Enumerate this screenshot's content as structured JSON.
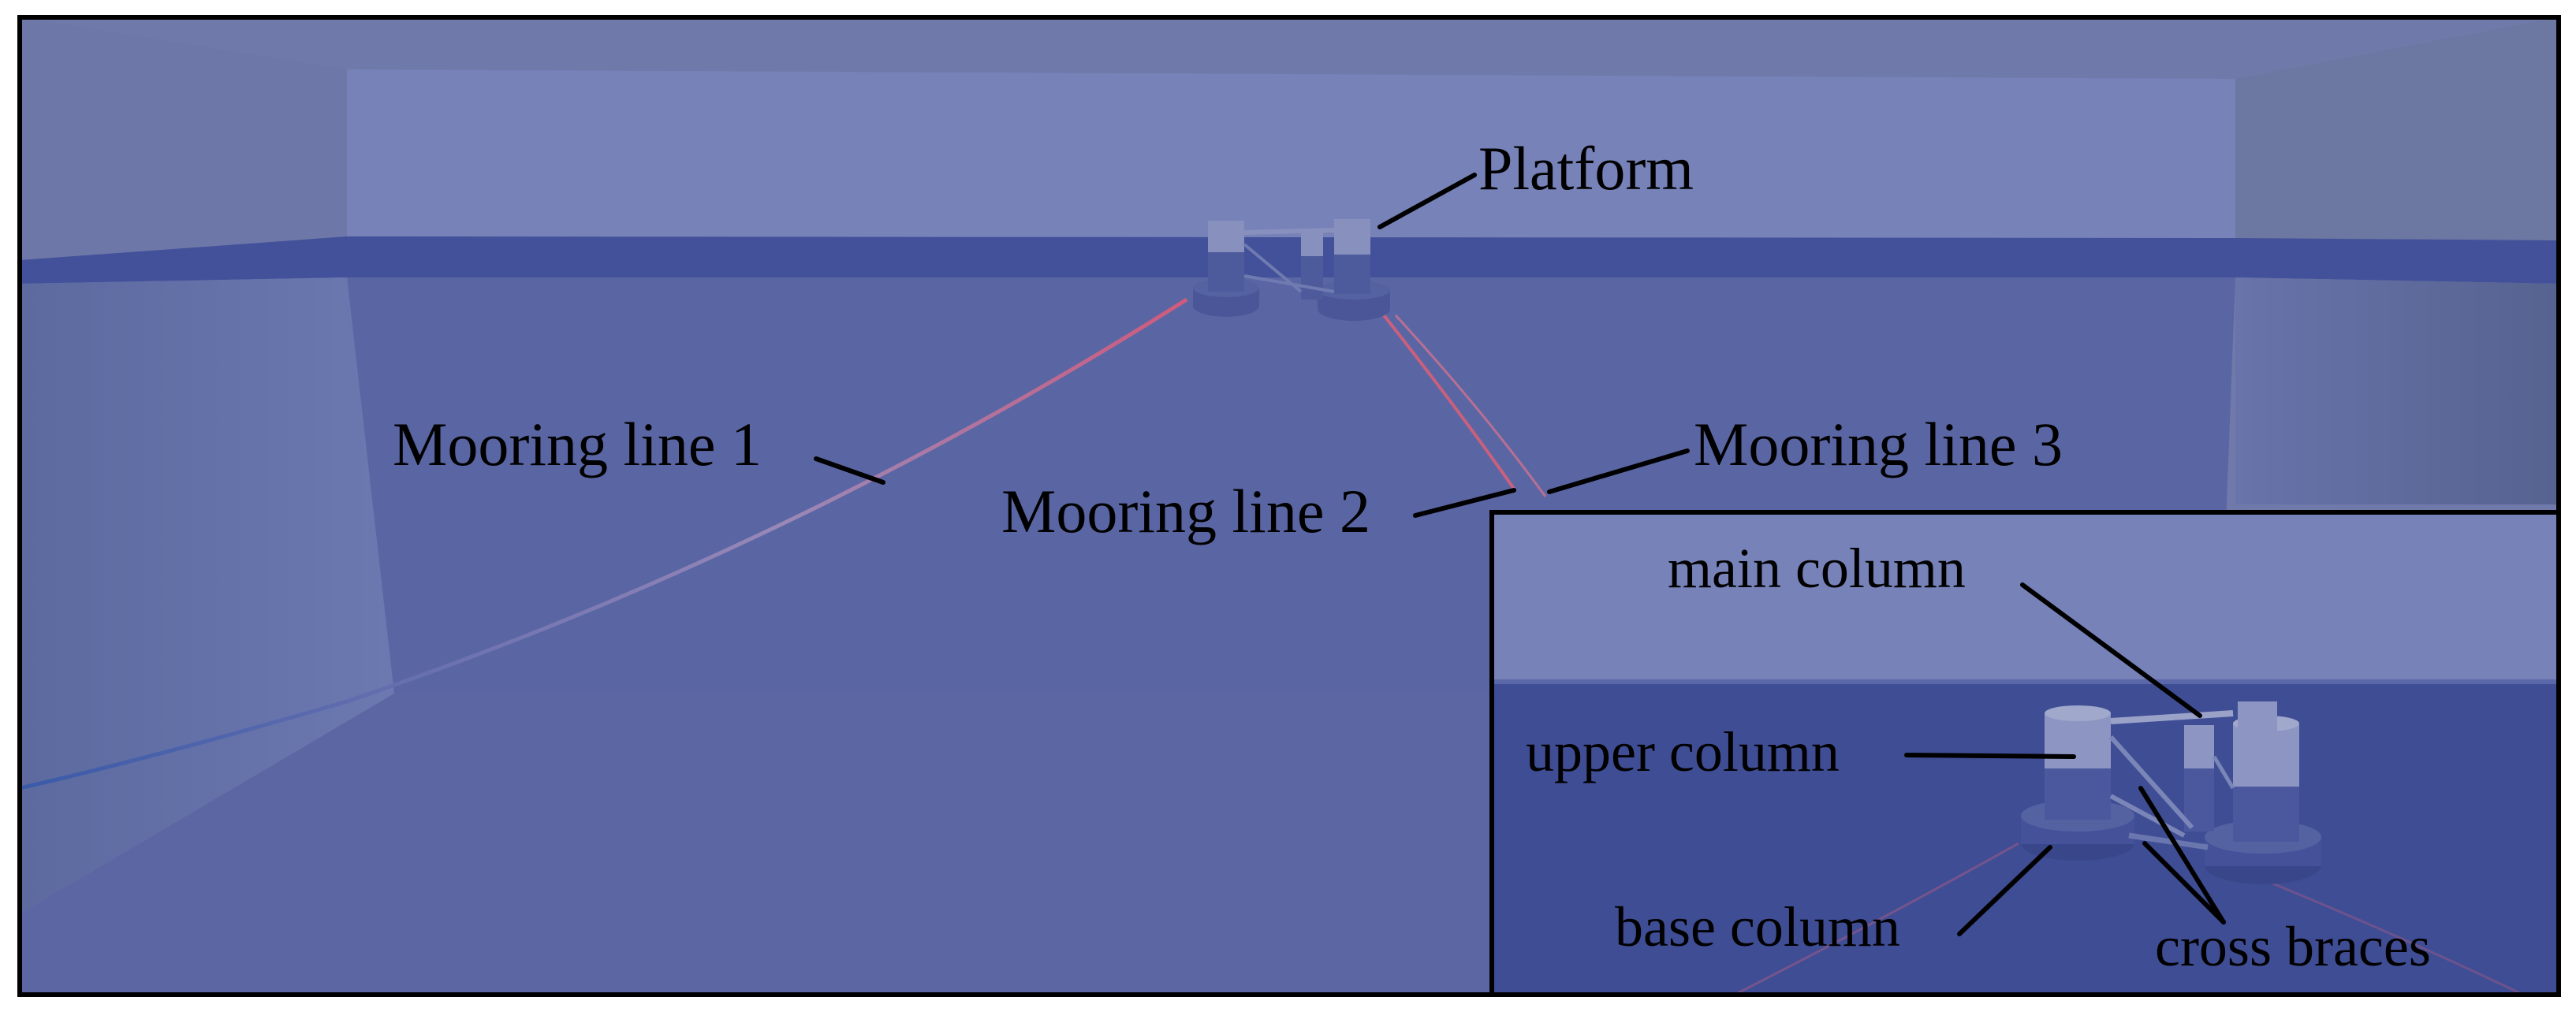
{
  "labels": {
    "platform": "Platform",
    "mooring_line_1": "Mooring line 1",
    "mooring_line_2": "Mooring line 2",
    "mooring_line_3": "Mooring line 3"
  },
  "inset": {
    "main_column": "main column",
    "upper_column": "upper column",
    "base_column": "base column",
    "cross_braces": "cross braces"
  },
  "colors": {
    "tank_back": "#7480b6",
    "tank_side": "#6a77a6",
    "water": "#5b67a4",
    "waterline": "#3f4d91",
    "structure": "#4a5697",
    "column_top": "#8a93bd",
    "mooring": "#c85a7a",
    "border": "#000000"
  }
}
